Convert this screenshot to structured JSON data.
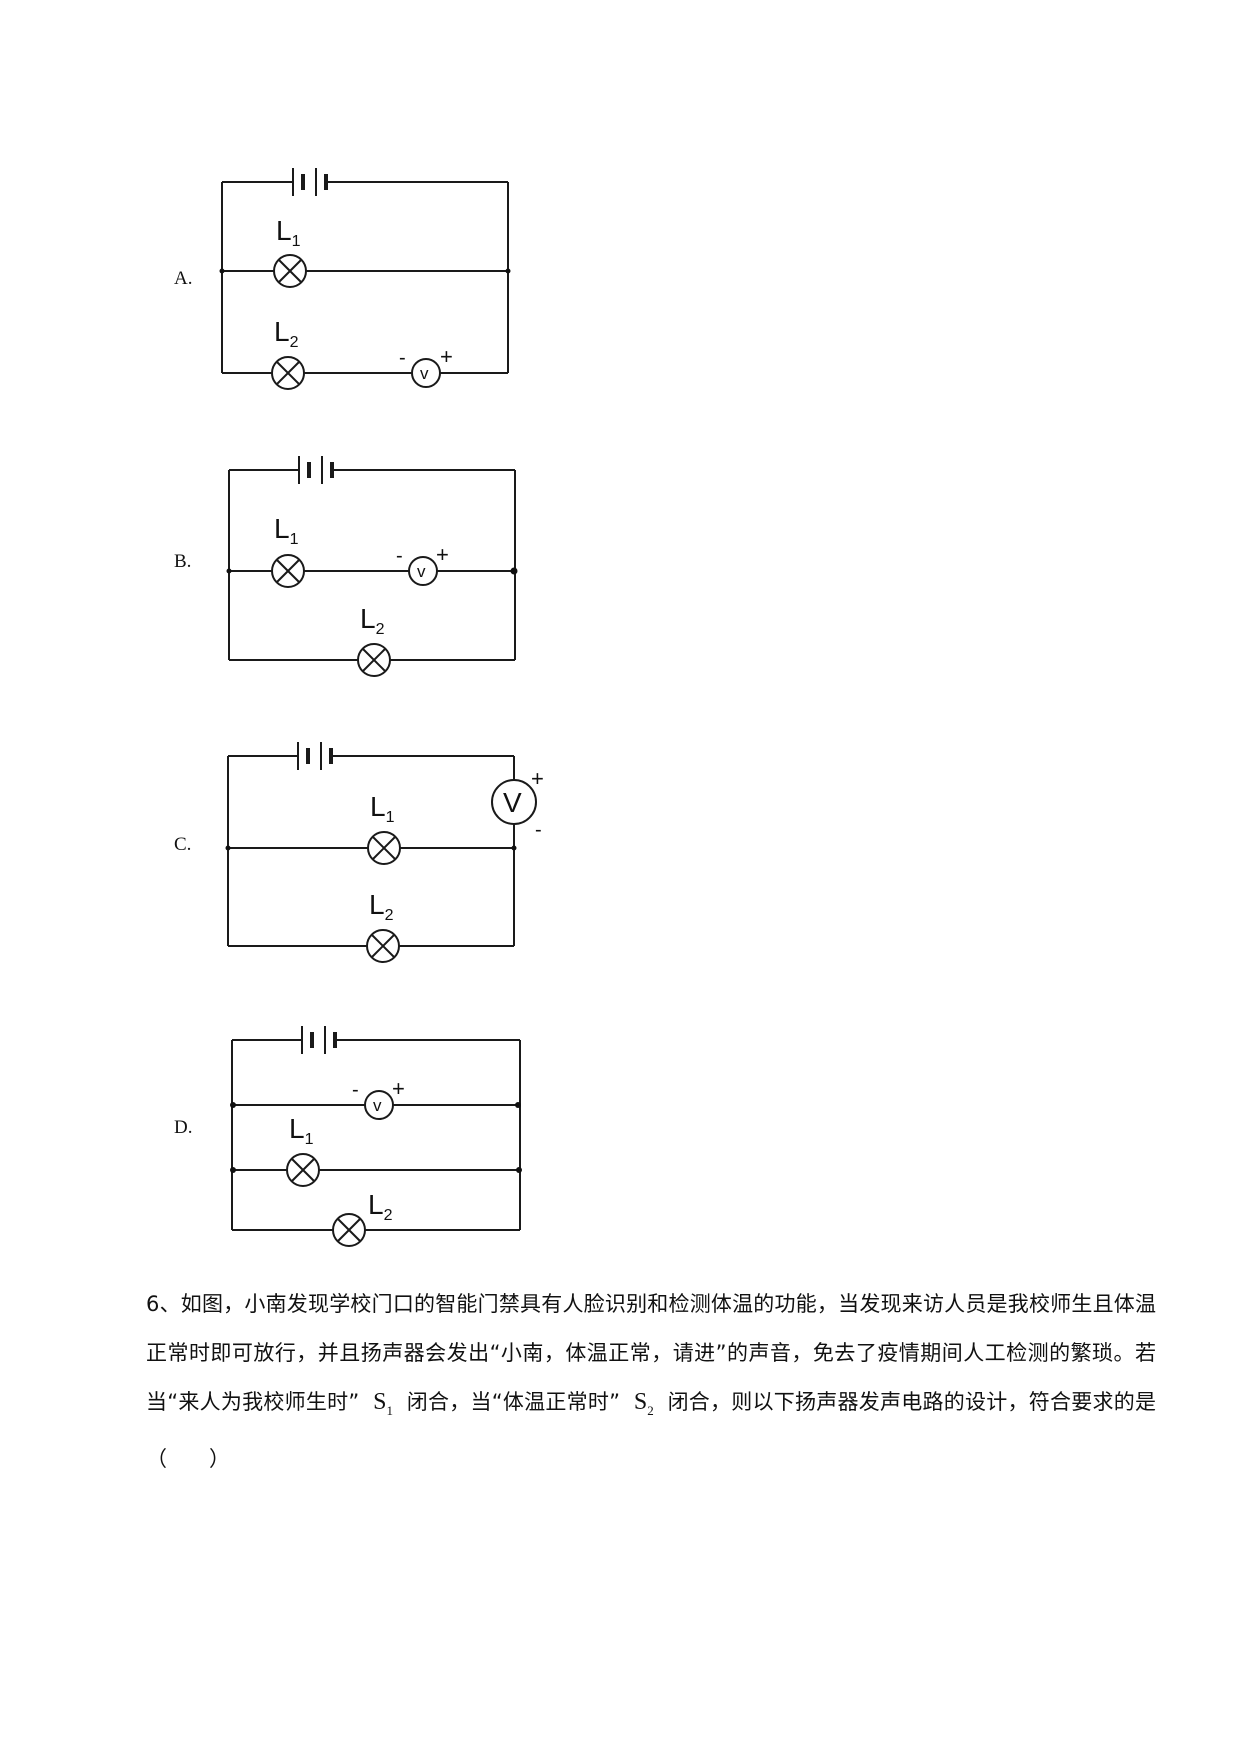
{
  "options": [
    {
      "letter": "A.",
      "lamp1": "L",
      "lamp2": "L",
      "sub1": "1",
      "sub2": "2",
      "meter": "v",
      "minus": "-",
      "plus": "+"
    },
    {
      "letter": "B.",
      "lamp1": "L",
      "lamp2": "L",
      "sub1": "1",
      "sub2": "2",
      "meter": "v",
      "minus": "-",
      "plus": "+"
    },
    {
      "letter": "C.",
      "lamp1": "L",
      "lamp2": "L",
      "sub1": "1",
      "sub2": "2",
      "meter": "V",
      "minus": "-",
      "plus": "+"
    },
    {
      "letter": "D.",
      "lamp1": "L",
      "lamp2": "L",
      "sub1": "1",
      "sub2": "2",
      "meter": "v",
      "minus": "-",
      "plus": "+"
    }
  ],
  "question": {
    "part1": "6、如图，小南发现学校门口的智能门禁具有人脸识别和检测体温的功能，当发现来访人员是我校师生且体温正常时即可放行，并且扬声器会发出“小南，体温正常，请进”的声音，免去了疫情期间人工检测的繁琐。若当“来人为我校师生时”",
    "s1": "S",
    "s1_sub": "1",
    "part2": "闭合，当“体温正常时”",
    "s2": "S",
    "s2_sub": "2",
    "part3": "闭合，则以下扬声器发声电路的设计，符合要求的是（　　）"
  }
}
